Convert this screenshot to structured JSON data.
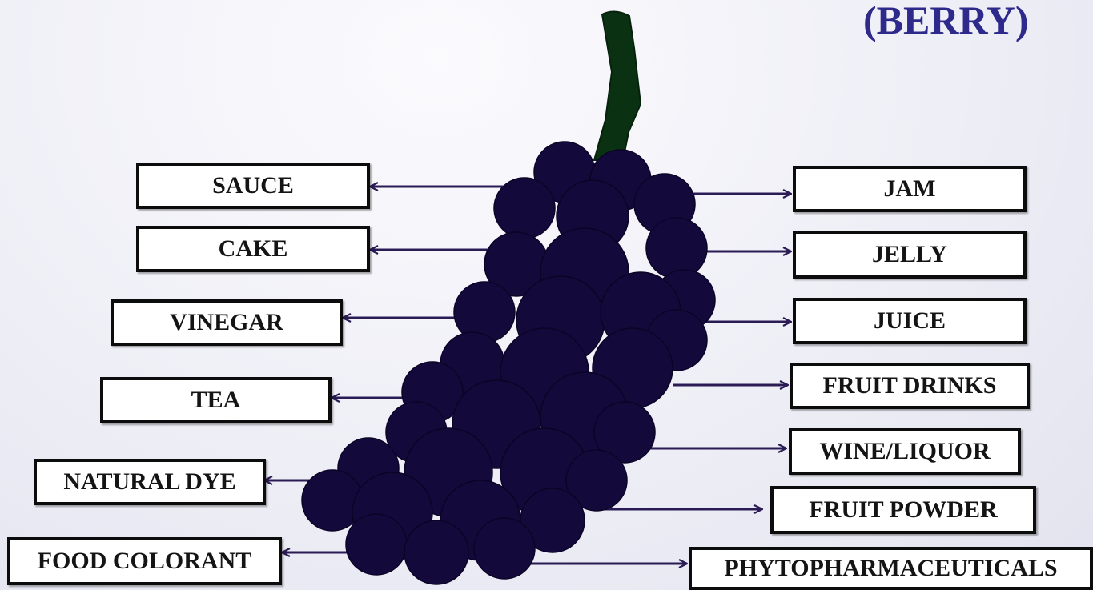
{
  "title": "(BERRY)",
  "colors": {
    "berry": "#14093b",
    "stem": "#0a3212",
    "arrow": "#2b1b55",
    "title": "#2e2a8c"
  },
  "left_products": [
    "SAUCE",
    "CAKE",
    "VINEGAR",
    "TEA",
    "NATURAL DYE",
    "FOOD COLORANT"
  ],
  "right_products": [
    "JAM",
    "JELLY",
    "JUICE",
    "FRUIT DRINKS",
    "WINE/LIQUOR",
    "FRUIT POWDER",
    "PHYTOPHARMACEUTICALS"
  ]
}
